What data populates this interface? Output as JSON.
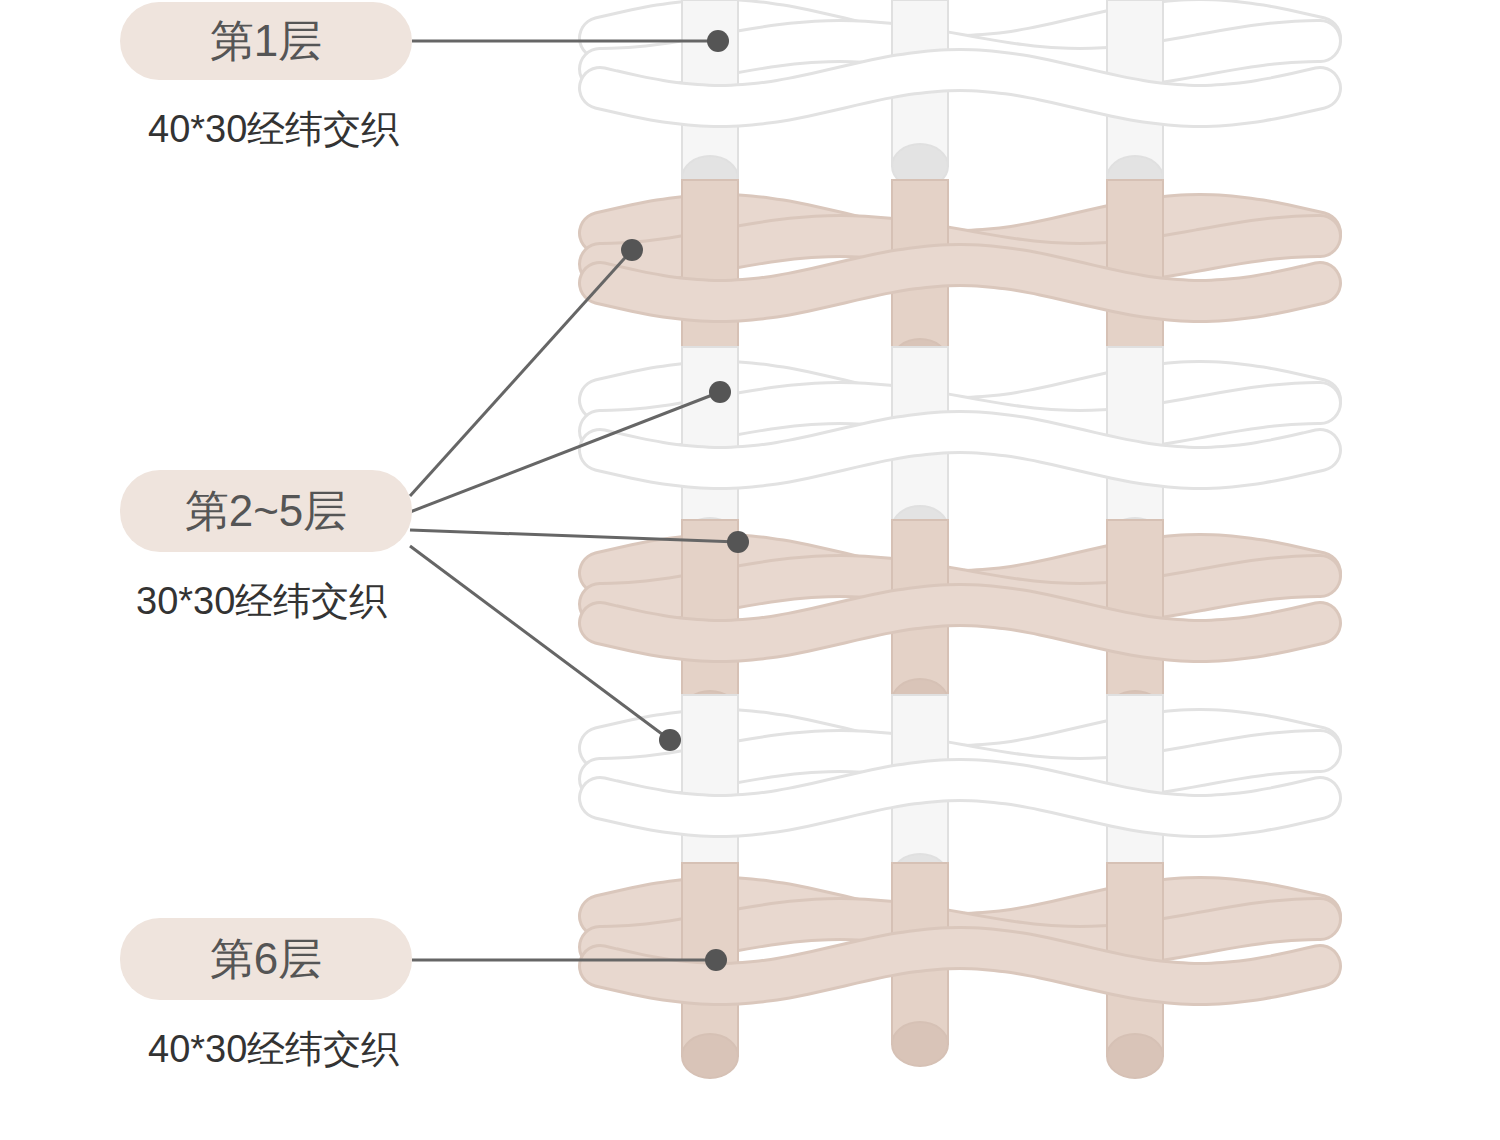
{
  "diagram": {
    "nodes": [
      {
        "text": [
          "第1层",
          "40*30经纬交织"
        ]
      },
      {
        "text": [
          "第2~5层",
          "30*30经纬交织"
        ]
      },
      {
        "text": [
          "第6层",
          "40*30经纬交织"
        ]
      }
    ]
  }
}
